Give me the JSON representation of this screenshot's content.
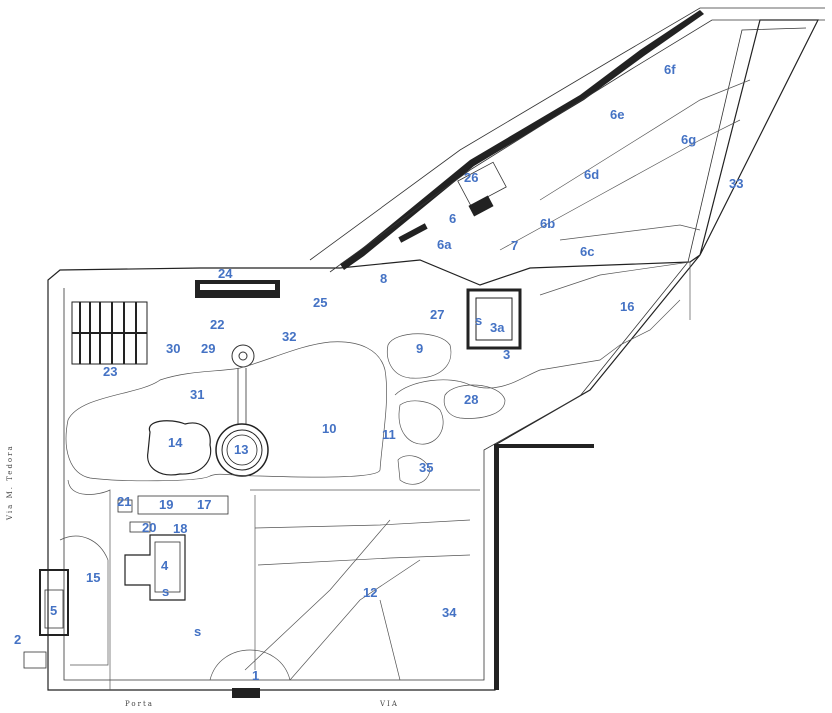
{
  "street_labels": {
    "bottom_left": "Porta",
    "bottom_right": "VIA",
    "left_side": "Via M. Tedora"
  },
  "area_labels": [
    {
      "id": "1",
      "text": "1"
    },
    {
      "id": "2",
      "text": "2"
    },
    {
      "id": "3",
      "text": "3"
    },
    {
      "id": "3a",
      "text": "3a"
    },
    {
      "id": "4",
      "text": "4"
    },
    {
      "id": "5",
      "text": "5"
    },
    {
      "id": "6",
      "text": "6"
    },
    {
      "id": "6a",
      "text": "6a"
    },
    {
      "id": "6b",
      "text": "6b"
    },
    {
      "id": "6c",
      "text": "6c"
    },
    {
      "id": "6d",
      "text": "6d"
    },
    {
      "id": "6e",
      "text": "6e"
    },
    {
      "id": "6f",
      "text": "6f"
    },
    {
      "id": "6g",
      "text": "6g"
    },
    {
      "id": "7",
      "text": "7"
    },
    {
      "id": "8",
      "text": "8"
    },
    {
      "id": "9",
      "text": "9"
    },
    {
      "id": "10",
      "text": "10"
    },
    {
      "id": "11",
      "text": "11"
    },
    {
      "id": "12",
      "text": "12"
    },
    {
      "id": "13",
      "text": "13"
    },
    {
      "id": "14",
      "text": "14"
    },
    {
      "id": "15",
      "text": "15"
    },
    {
      "id": "16",
      "text": "16"
    },
    {
      "id": "17",
      "text": "17"
    },
    {
      "id": "18",
      "text": "18"
    },
    {
      "id": "19",
      "text": "19"
    },
    {
      "id": "20",
      "text": "20"
    },
    {
      "id": "21",
      "text": "21"
    },
    {
      "id": "22",
      "text": "22"
    },
    {
      "id": "23",
      "text": "23"
    },
    {
      "id": "24",
      "text": "24"
    },
    {
      "id": "25",
      "text": "25"
    },
    {
      "id": "26",
      "text": "26"
    },
    {
      "id": "27",
      "text": "27"
    },
    {
      "id": "28",
      "text": "28"
    },
    {
      "id": "29",
      "text": "29"
    },
    {
      "id": "30",
      "text": "30"
    },
    {
      "id": "31",
      "text": "31"
    },
    {
      "id": "32",
      "text": "32"
    },
    {
      "id": "33",
      "text": "33"
    },
    {
      "id": "34",
      "text": "34"
    },
    {
      "id": "35",
      "text": "35"
    },
    {
      "id": "s1",
      "text": "s"
    },
    {
      "id": "s2",
      "text": "s"
    },
    {
      "id": "s3",
      "text": "s"
    }
  ]
}
